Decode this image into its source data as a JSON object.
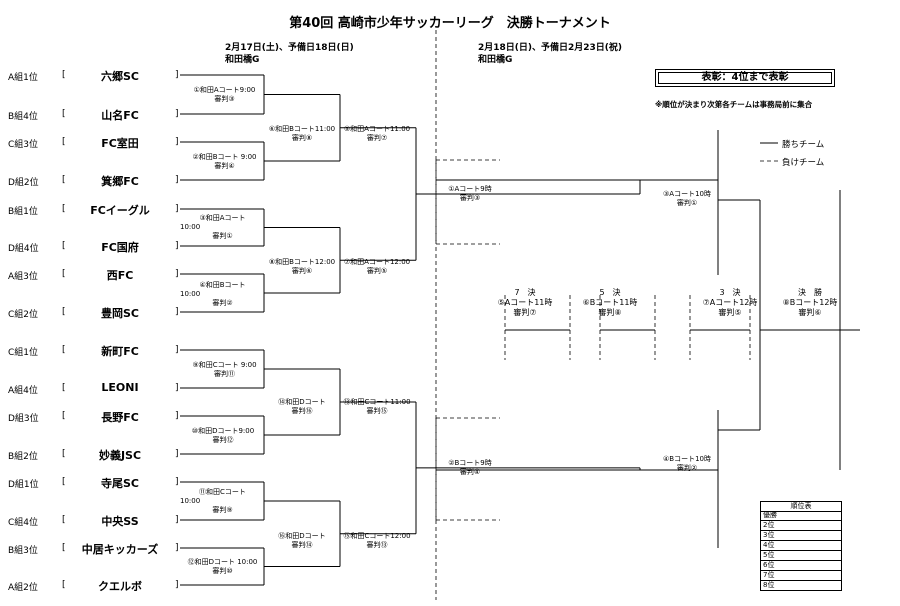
{
  "title": "第40回 高崎市少年サッカーリーグ　決勝トーナメント",
  "headers": {
    "left_date": "2月17日(土)、予備日18日(日)",
    "left_venue": "和田橋G",
    "right_date": "2月18日(日)、予備日2月23日(祝)",
    "right_venue": "和田橋G"
  },
  "notice_box": "表彰：4位まで表彰",
  "notice_note": "※順位が決まり次第各チームは事務局前に集合",
  "legend": {
    "win": "勝ちチーム",
    "lose": "負けチーム"
  },
  "bracket_open": "[",
  "bracket_close": "]",
  "teams": [
    {
      "group": "A組1位",
      "name": "六郷SC"
    },
    {
      "group": "B組4位",
      "name": "山名FC"
    },
    {
      "group": "C組3位",
      "name": "FC室田"
    },
    {
      "group": "D組2位",
      "name": "箕郷FC"
    },
    {
      "group": "B組1位",
      "name": "FCイーグル"
    },
    {
      "group": "D組4位",
      "name": "FC国府"
    },
    {
      "group": "A組3位",
      "name": "西FC"
    },
    {
      "group": "C組2位",
      "name": "豊岡SC"
    },
    {
      "group": "C組1位",
      "name": "新町FC"
    },
    {
      "group": "A組4位",
      "name": "LEONI"
    },
    {
      "group": "D組3位",
      "name": "長野FC"
    },
    {
      "group": "B組2位",
      "name": "妙義JSC"
    },
    {
      "group": "D組1位",
      "name": "寺尾SC"
    },
    {
      "group": "C組4位",
      "name": "中央SS"
    },
    {
      "group": "B組3位",
      "name": "中居キッカーズ"
    },
    {
      "group": "A組2位",
      "name": "クエルボ"
    }
  ],
  "matches": {
    "m1": {
      "line1": "①和田Aコート9:00",
      "line2": "審判③"
    },
    "m2": {
      "line1": "②和田Bコート 9:00",
      "line2": "審判④"
    },
    "m3": {
      "line1": "③和田Aコート",
      "line2": "10:00",
      "line3": "審判①"
    },
    "m4": {
      "line1": "④和田Bコート",
      "line2": "10:00",
      "line3": "審判②"
    },
    "m5": {
      "line1": "⑤和田Aコート11:00",
      "line2": "審判⑦"
    },
    "m6": {
      "line1": "⑥和田Bコート11:00",
      "line2": "審判⑧"
    },
    "m7": {
      "line1": "⑦和田Aコート12:00",
      "line2": "審判⑤"
    },
    "m8": {
      "line1": "⑧和田Bコート12:00",
      "line2": "審判⑥"
    },
    "m9": {
      "line1": "⑨和田Cコート 9:00",
      "line2": "審判⑪"
    },
    "m10": {
      "line1": "⑩和田Dコート9:00",
      "line2": "審判⑫"
    },
    "m11": {
      "line1": "⑪和田Cコート",
      "line2": "10:00",
      "line3": "審判⑨"
    },
    "m12": {
      "line1": "⑫和田Dコート 10:00",
      "line2": "審判⑩"
    },
    "m13": {
      "line1": "⑬和田Cコート11:00",
      "line2": "審判⑮"
    },
    "m14": {
      "line1": "⑭和田Dコート",
      "line2": "審判⑯"
    },
    "m15": {
      "line1": "⑮和田Cコート12:00",
      "line2": "審判⑬"
    },
    "m16": {
      "line1": "⑯和田Dコート",
      "line2": "審判⑭"
    }
  },
  "round2": {
    "a1": {
      "line1": "①Aコート9時",
      "line2": "審判③"
    },
    "b2": {
      "line1": "②Bコート9時",
      "line2": "審判④"
    },
    "a3": {
      "line1": "③Aコート10時",
      "line2": "審判①"
    },
    "b4": {
      "line1": "④Bコート10時",
      "line2": "審判②"
    },
    "p7": {
      "line0": "7　決",
      "line1": "⑤Aコート11時",
      "line2": "審判⑦"
    },
    "p5": {
      "line0": "5　決",
      "line1": "⑥Bコート11時",
      "line2": "審判⑧"
    },
    "p3": {
      "line0": "3　決",
      "line1": "⑦Aコート12時",
      "line2": "審判⑤"
    },
    "final": {
      "line0": "決　勝",
      "line1": "⑧Bコート12時",
      "line2": "審判⑥"
    }
  },
  "ranking": {
    "title": "順位表",
    "rows": [
      "優勝",
      "2位",
      "3位",
      "4位",
      "5位",
      "6位",
      "7位",
      "8位"
    ]
  }
}
